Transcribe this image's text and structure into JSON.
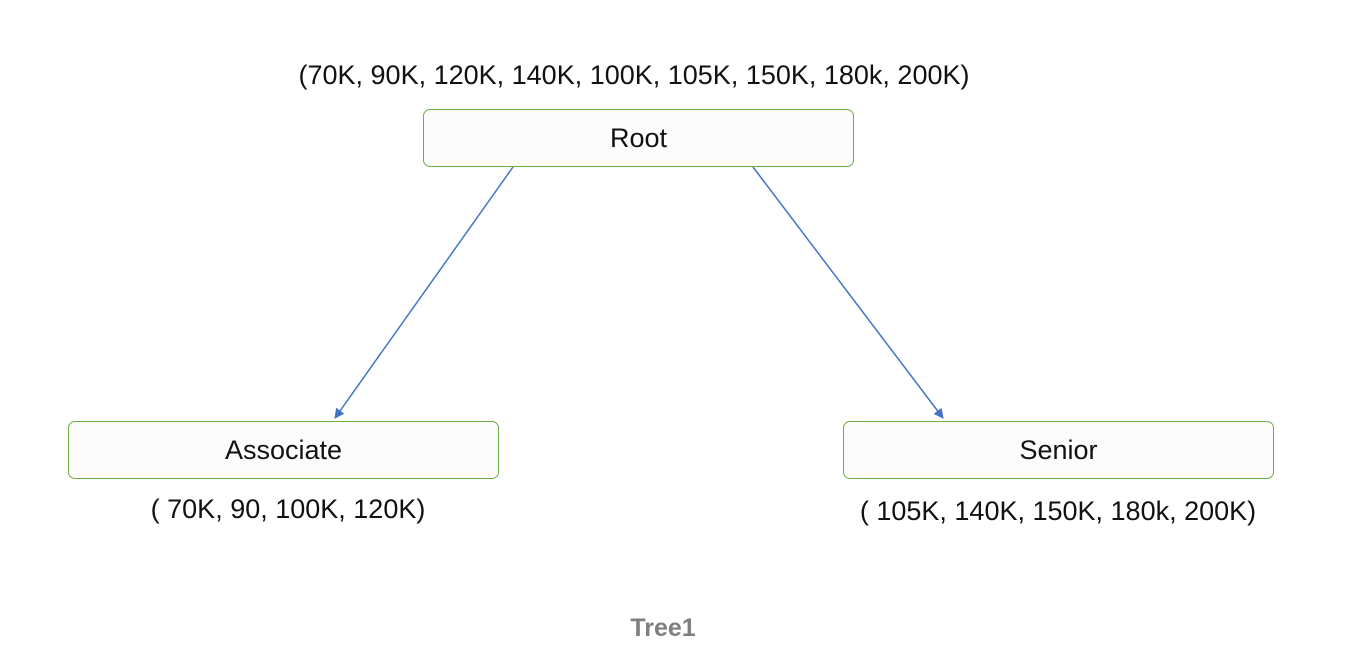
{
  "diagram": {
    "root": {
      "label": "Root",
      "values": "(70K, 90K, 120K, 140K, 100K, 105K, 150K, 180k, 200K)"
    },
    "children": [
      {
        "label": "Associate",
        "values": "( 70K, 90, 100K, 120K)"
      },
      {
        "label": "Senior",
        "values": "( 105K, 140K, 150K, 180k, 200K)"
      }
    ],
    "caption": "Tree1"
  },
  "colors": {
    "node_border": "#70ad47",
    "arrow": "#4472c4",
    "caption": "#7f7f7f"
  }
}
